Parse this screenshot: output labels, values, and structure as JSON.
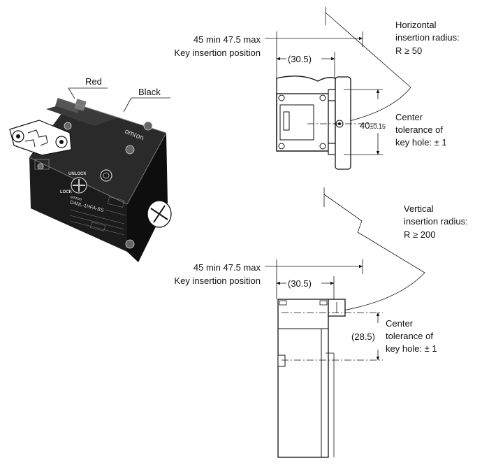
{
  "photo": {
    "callout_red": "Red",
    "callout_black": "Black",
    "brand": "omron",
    "model_text": "D4NL-1HFA-BS",
    "unlock_text": "UNLOCK",
    "lock_text": "LOCK"
  },
  "top_view": {
    "key_position_line1": "45 min  47.5 max",
    "key_position_line2": "Key insertion position",
    "dim_offset": "(30.5)",
    "radius_line1": "Horizontal",
    "radius_line2": "insertion radius:",
    "radius_line3": "R ≥ 50",
    "center_tol_line1": "Center",
    "center_tol_line2": "tolerance of",
    "center_tol_line3": "key hole: ± 1",
    "dim_height_main": "40",
    "dim_height_tol": "±0.15"
  },
  "side_view": {
    "key_position_line1": "45 min  47.5 max",
    "key_position_line2": "Key insertion position",
    "dim_offset": "(30.5)",
    "radius_line1": "Vertical",
    "radius_line2": "insertion radius:",
    "radius_line3": "R ≥ 200",
    "center_tol_line1": "Center",
    "center_tol_line2": "tolerance of",
    "center_tol_line3": "key hole: ± 1",
    "dim_height": "(28.5)"
  },
  "colors": {
    "switch_body": "#1b1b1b",
    "line": "#111111"
  }
}
